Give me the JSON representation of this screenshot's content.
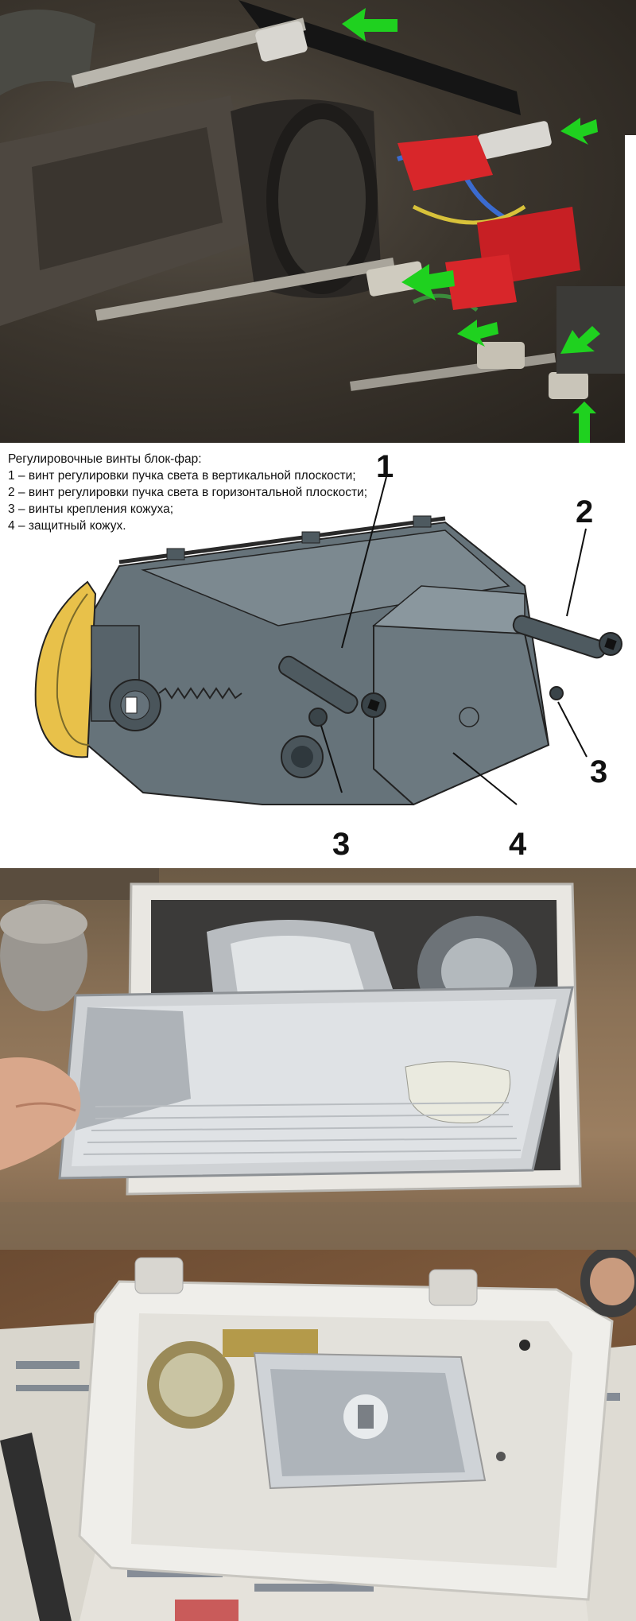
{
  "diagram": {
    "caption_title": "Регулировочные винты блок-фар:",
    "caption_items": [
      "1 – винт регулировки пучка света в вертикальной плоскости;",
      "2 – винт регулировки пучка света в горизонтальной плоскости;",
      "3 – винты крепления кожуха;",
      "4 – защитный кожух."
    ],
    "callouts": [
      "1",
      "2",
      "3",
      "3",
      "4"
    ]
  },
  "colors": {
    "arrow_green": "#1fd11f",
    "wire_red": "#d8262a",
    "housing_gray": "#5f6b72",
    "lens_yellow": "#e8c14a"
  }
}
